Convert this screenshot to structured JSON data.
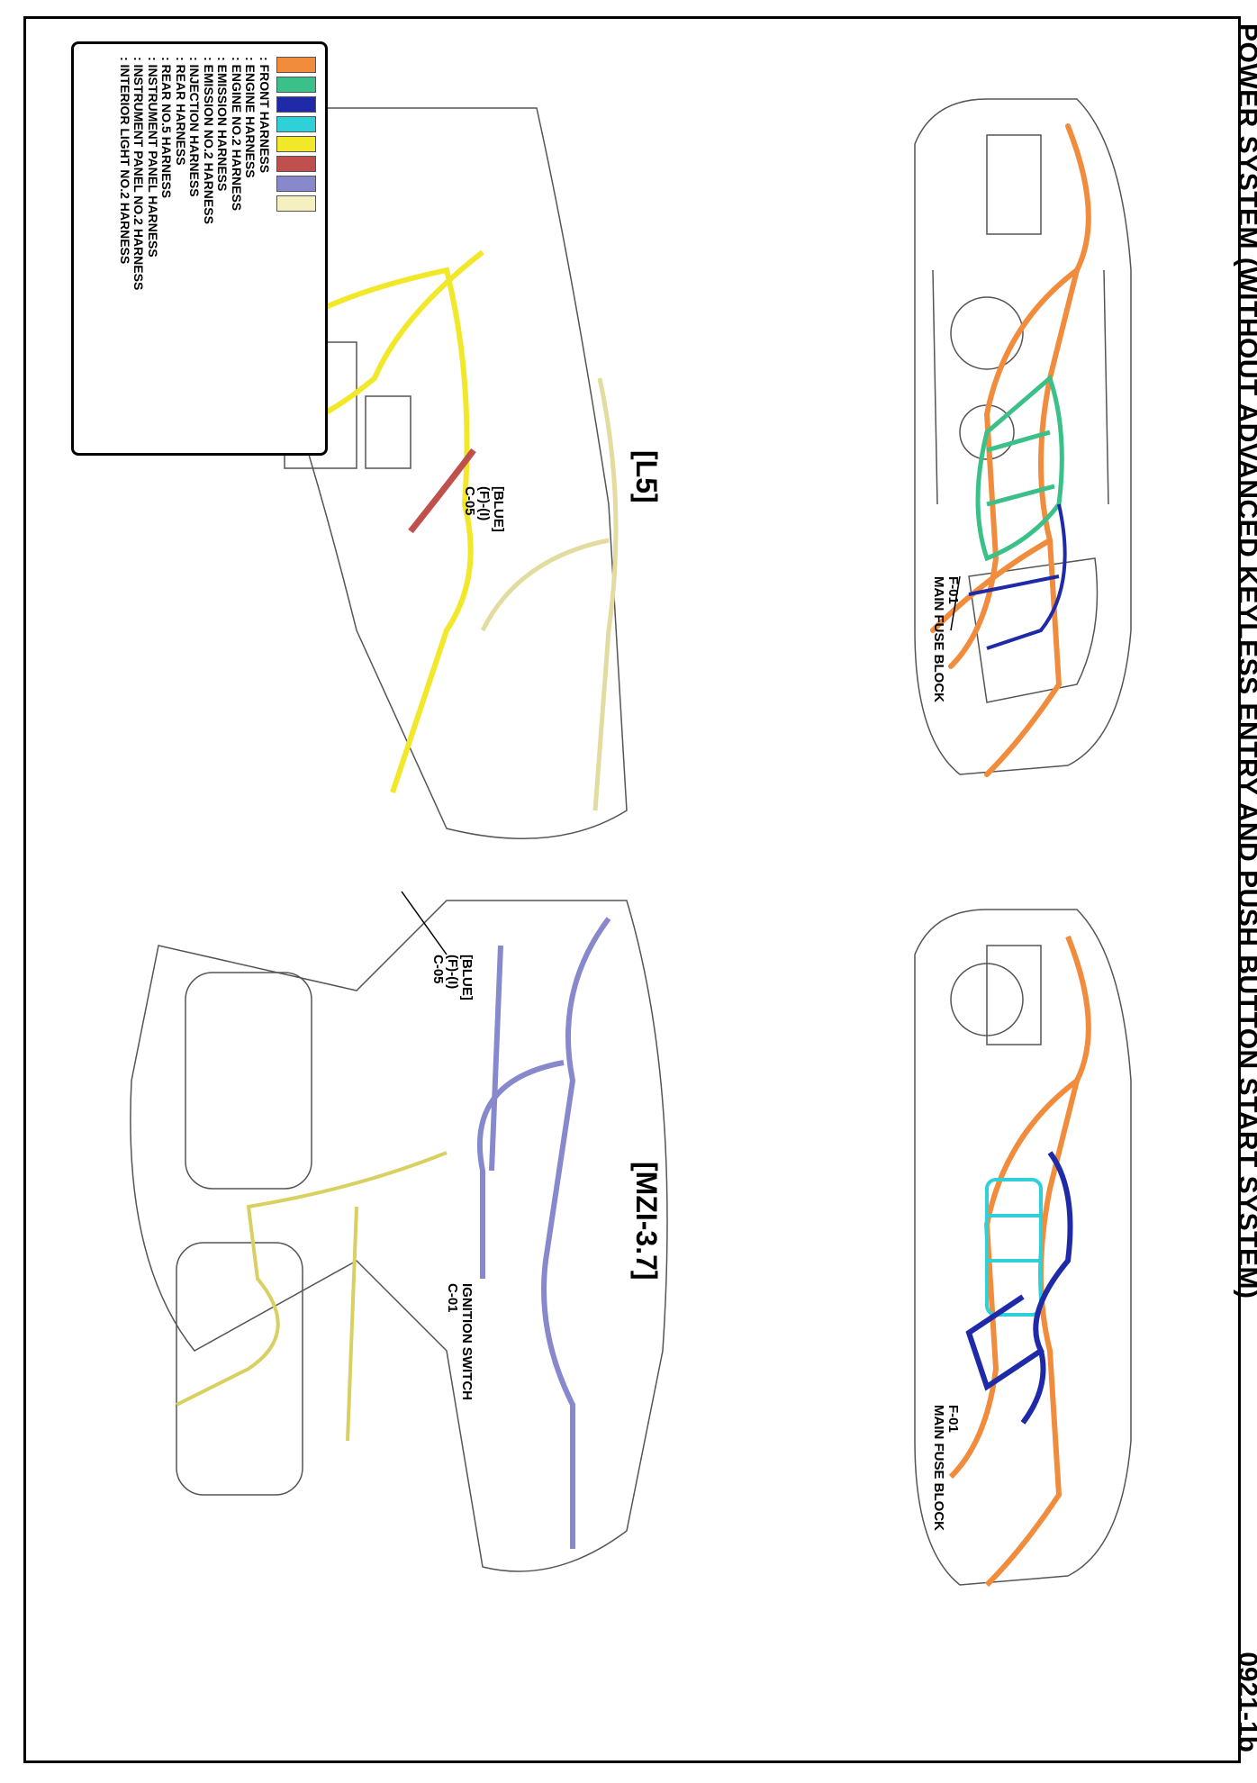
{
  "title": "POWER SYSTEM (WITHOUT ADVANCED KEYLESS ENTRY AND PUSH BUTTON START SYSTEM)",
  "page_number": "0921-1b",
  "sections": {
    "left": "[L5]",
    "right": "[MZI-3.7]"
  },
  "callouts": {
    "fuse_block_left": "F-01\nMAIN FUSE BLOCK",
    "fuse_block_right": "F-01\nMAIN FUSE BLOCK",
    "connector_left": "[BLUE]\n(F)-(I)\nC-05",
    "connector_right": "[BLUE]\n(F)-(I)\nC-05",
    "ignition_switch": "IGNITION SWITCH\nC-01"
  },
  "legend": [
    {
      "label": ": FRONT HARNESS",
      "color": "#f08c3c"
    },
    {
      "label": ": ENGINE HARNESS",
      "color": "#3cc08a"
    },
    {
      "label": ": ENGINE NO.2 HARNESS",
      "color": "#3cc08a"
    },
    {
      "label": ": EMISSION HARNESS",
      "color": "#1e2aa8"
    },
    {
      "label": ": EMISSION NO.2 HARNESS",
      "color": "#1e2aa8"
    },
    {
      "label": ": INJECTION HARNESS",
      "color": "#2fd0d8"
    },
    {
      "label": ": REAR HARNESS",
      "color": "#f2e82a"
    },
    {
      "label": ": REAR NO.5 HARNESS",
      "color": "#c0504d"
    },
    {
      "label": ": INSTRUMENT PANEL HARNESS",
      "color": "#8888cc"
    },
    {
      "label": ": INSTRUMENT PANEL NO.2 HARNESS",
      "color": "#8888cc"
    },
    {
      "label": ": INTERIOR LIGHT NO.2 HARNESS",
      "color": "#f4f0c0"
    }
  ],
  "swatch_colors": [
    "#f08c3c",
    "#3cc08a",
    "#1e2aa8",
    "#2fd0d8",
    "#f2e82a",
    "#c0504d",
    "#8888cc",
    "#f4f0c0"
  ]
}
